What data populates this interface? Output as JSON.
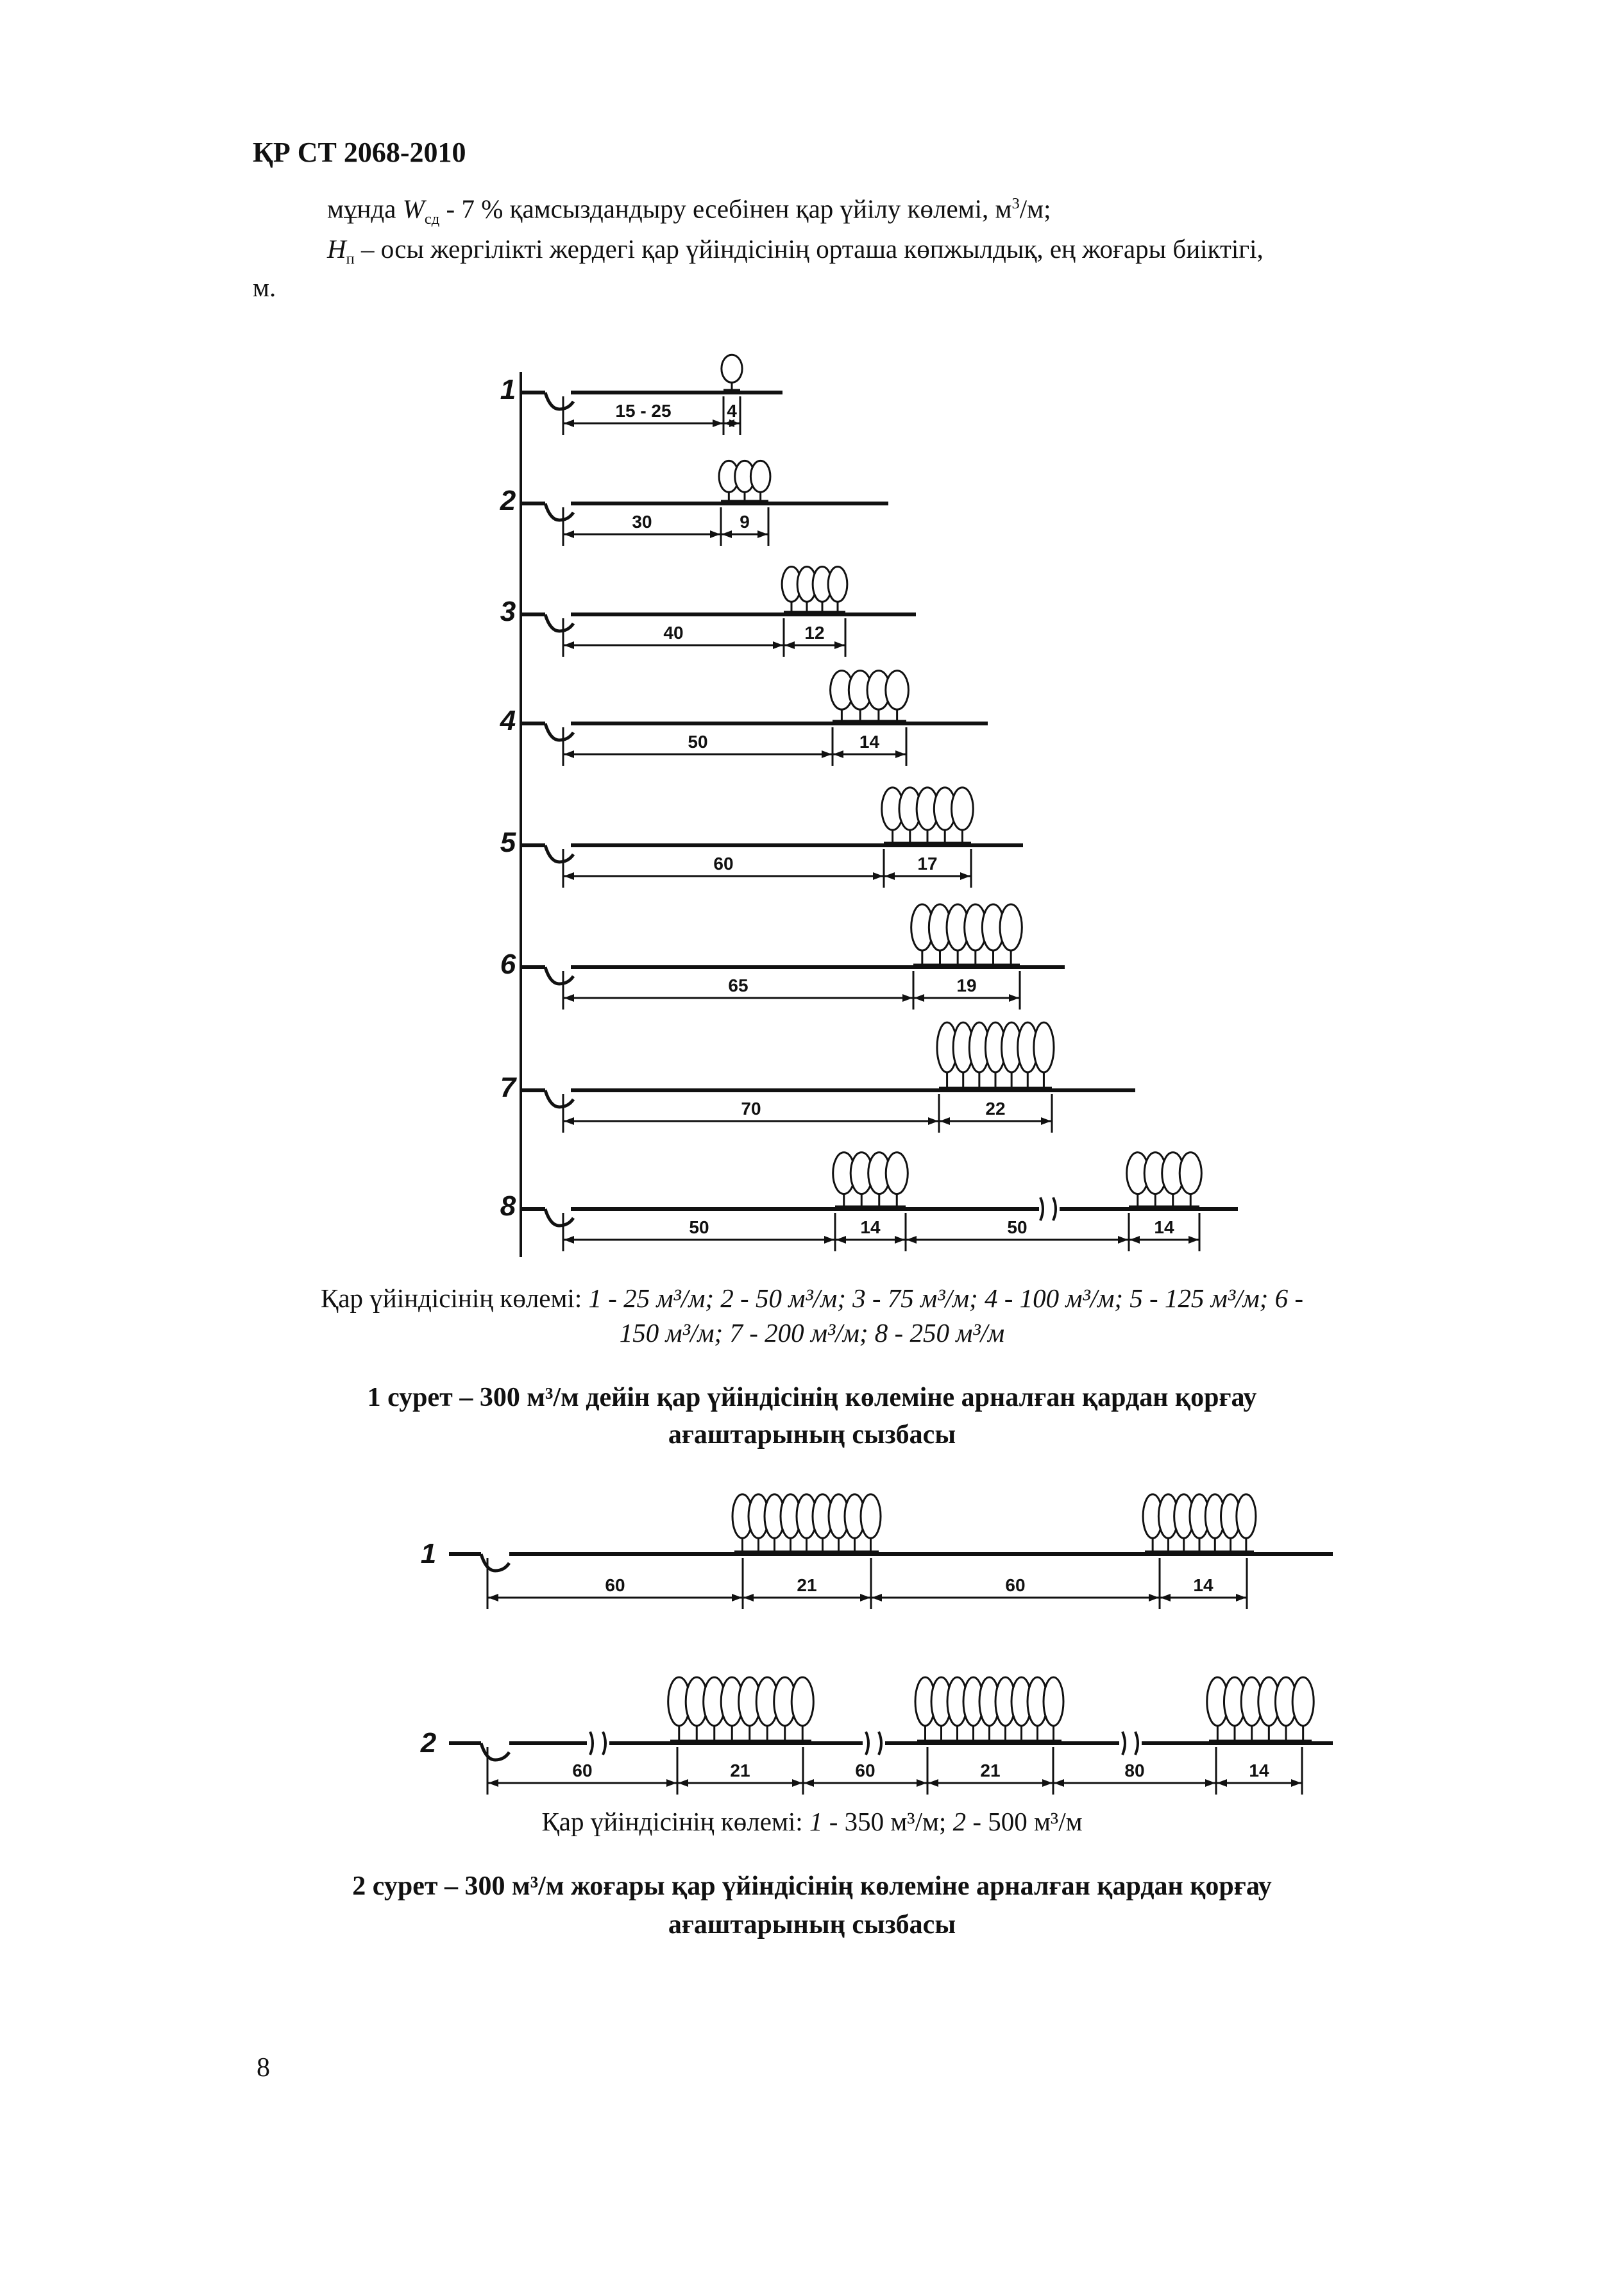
{
  "header": "ҚР СТ 2068-2010",
  "text": {
    "line1_prefix": "мұнда ",
    "line1_var": "W",
    "line1_sub": "сд",
    "line1_rest": " - 7 % қамсыздандыру есебінен қар үйілу көлемі, м",
    "line1_sup": "3",
    "line1_end": "/м;",
    "line2_var": "Н",
    "line2_sub": "п",
    "line2_rest": " – осы жергілікті жердегі қар үйіндісінің орташа көпжылдық, ең жоғары биіктігі,",
    "line3": "м."
  },
  "figure1": {
    "rows": [
      {
        "label": "1",
        "dims": [
          "15 - 25",
          "4"
        ]
      },
      {
        "label": "2",
        "dims": [
          "30",
          "9"
        ]
      },
      {
        "label": "3",
        "dims": [
          "40",
          "12"
        ]
      },
      {
        "label": "4",
        "dims": [
          "50",
          "14"
        ]
      },
      {
        "label": "5",
        "dims": [
          "60",
          "17"
        ]
      },
      {
        "label": "6",
        "dims": [
          "65",
          "19"
        ]
      },
      {
        "label": "7",
        "dims": [
          "70",
          "22"
        ]
      },
      {
        "label": "8",
        "dims": [
          "50",
          "14",
          "50",
          "14"
        ]
      }
    ],
    "caption_prefix": "Қар үйіндісінің көлемі: ",
    "caption_line1": "1 - 25 м³/м; 2 - 50 м³/м; 3 - 75 м³/м; 4 - 100 м³/м; 5 - 125 м³/м; 6 -",
    "caption_line2": "150 м³/м; 7 - 200 м³/м; 8 - 250 м³/м",
    "title_line1": "1 сурет – 300 м³/м  дейін қар үйіндісінің көлеміне арналған қардан қорғау",
    "title_line2": "ағаштарының сызбасы"
  },
  "figure2": {
    "rows": [
      {
        "label": "1",
        "dims": [
          "60",
          "21",
          "60",
          "14"
        ]
      },
      {
        "label": "2",
        "dims": [
          "60",
          "21",
          "60",
          "21",
          "80",
          "14"
        ]
      }
    ],
    "caption_prefix": "Қар үйіндісінің көлемі: ",
    "caption_i1": "1",
    "caption_v1": " - 350 м³/м; ",
    "caption_i2": "2",
    "caption_v2": " - 500 м³/м",
    "title_line1": "2 сурет – 300 м³/м  жоғары қар үйіндісінің көлеміне арналған қардан қорғау",
    "title_line2": "ағаштарының сызбасы"
  },
  "page_number": "8"
}
